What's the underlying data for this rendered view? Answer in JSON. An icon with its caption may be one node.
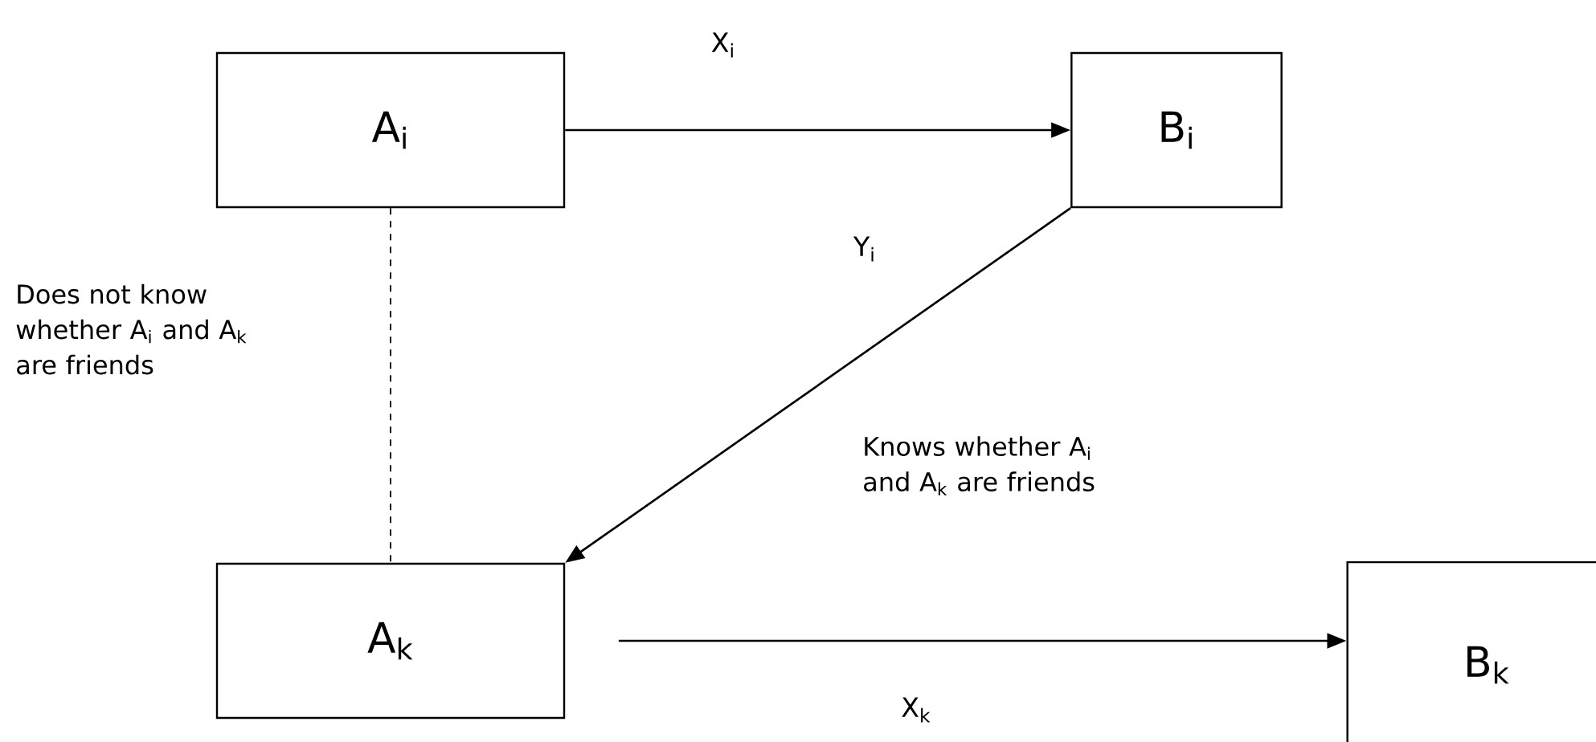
{
  "diagram": {
    "nodes": [
      {
        "text": [
          "A$_{i}$"
        ]
      },
      {
        "text": [
          "B$_{i}$"
        ]
      },
      {
        "text": [
          "A$_{k}$"
        ]
      },
      {
        "text": [
          "B$_{k}$"
        ]
      }
    ],
    "edges": [
      {
        "from": 0,
        "to": 1,
        "arrow": "to",
        "label": "X$_{i}$"
      },
      {
        "from": 1,
        "to": 2,
        "arrow": "to",
        "label": "Y$_{i}$"
      },
      {
        "from": 0,
        "to": 2,
        "arrow": "none",
        "style": "dashed"
      },
      {
        "from": 2,
        "to": 3,
        "arrow": "to",
        "label": "X$_{k}$"
      }
    ],
    "labels": [
      "Does not know whether A$_{i}$ and A$_{k}$ are friends",
      "Knows whether A$_{i}$ and A$_{k}$ are friends"
    ]
  }
}
